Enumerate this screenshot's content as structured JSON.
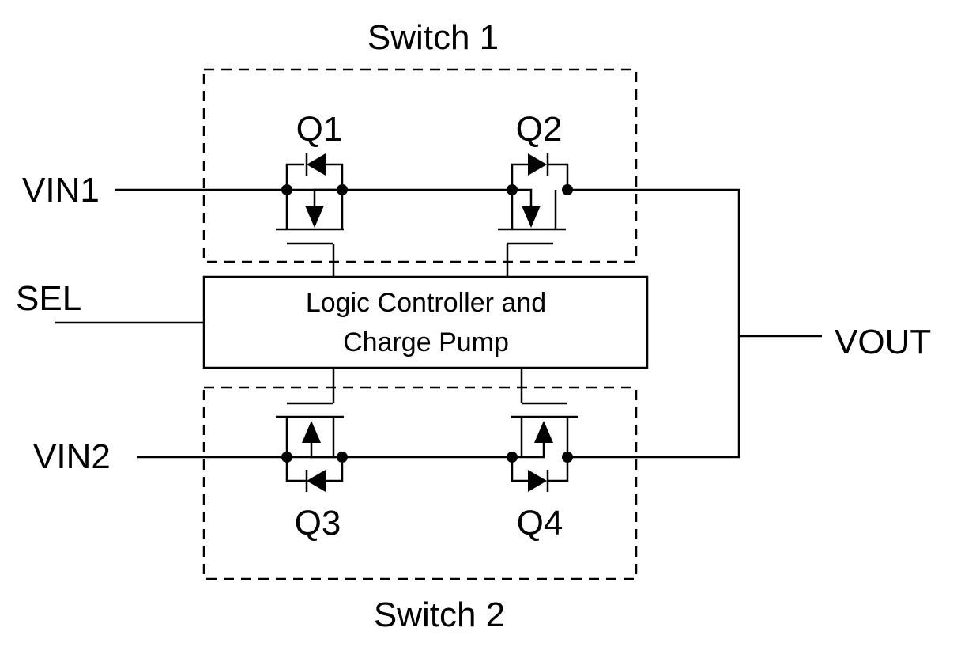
{
  "labels": {
    "switch1": "Switch 1",
    "switch2": "Switch 2",
    "vin1": "VIN1",
    "vin2": "VIN2",
    "sel": "SEL",
    "vout": "VOUT",
    "q1": "Q1",
    "q2": "Q2",
    "q3": "Q3",
    "q4": "Q4",
    "controller_line1": "Logic Controller and",
    "controller_line2": "Charge Pump"
  }
}
